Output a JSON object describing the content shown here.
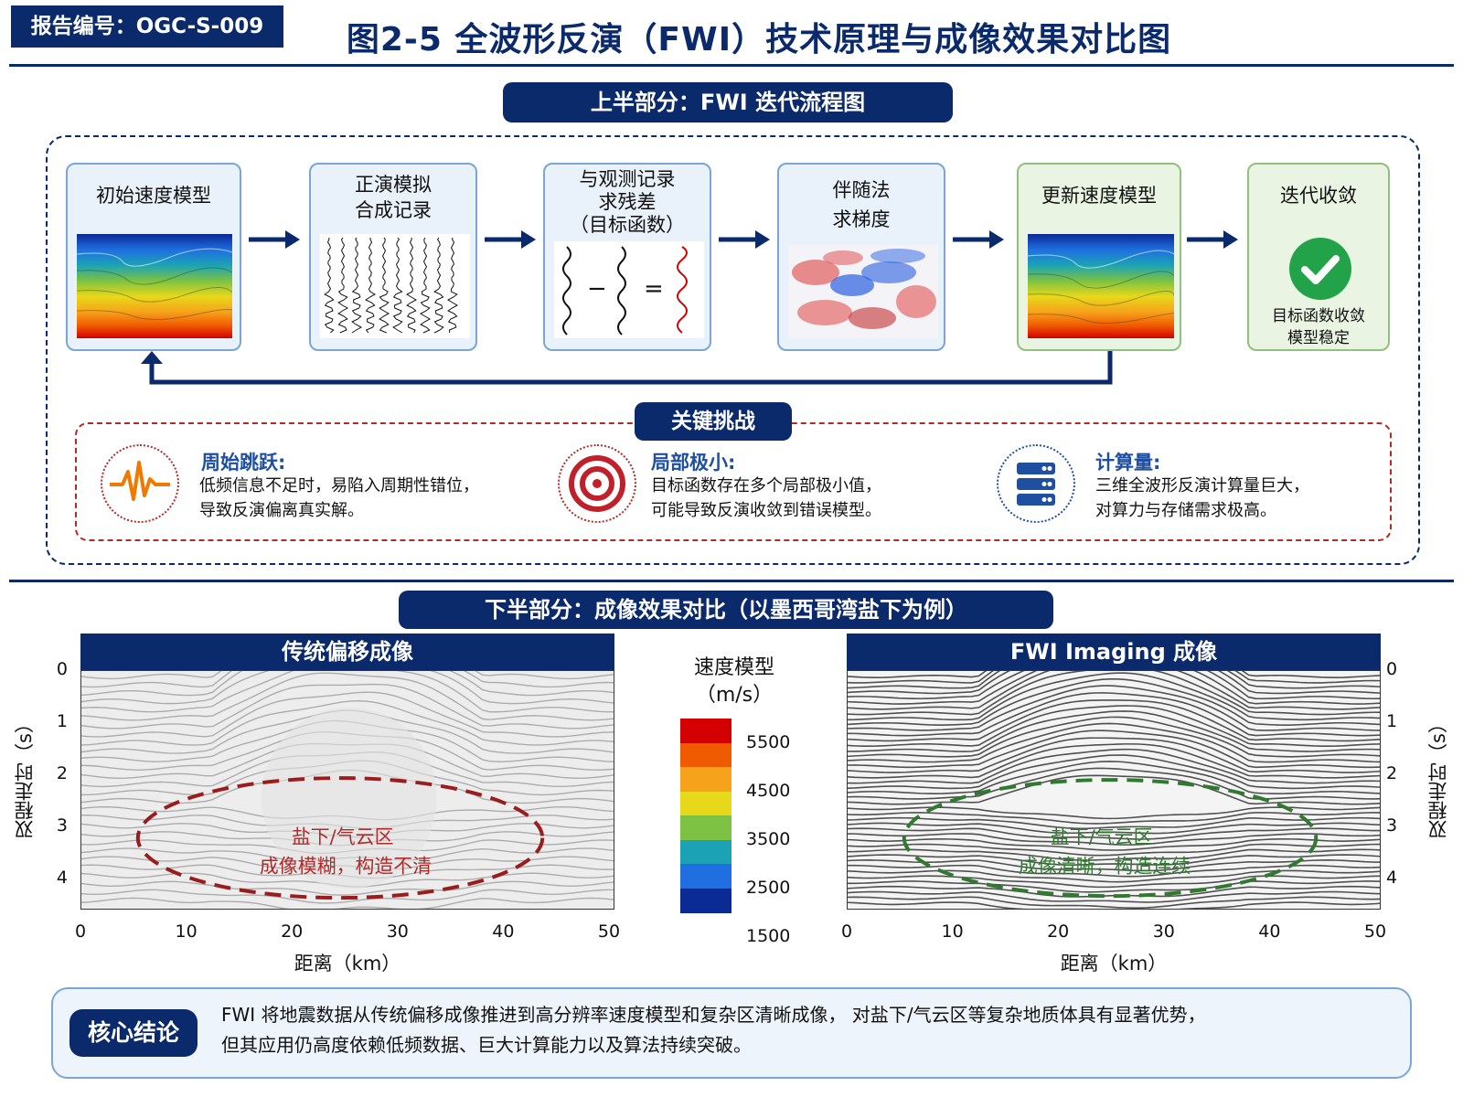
{
  "header": {
    "report_id": "报告编号：OGC-S-009",
    "title": "图2-5  全波形反演（FWI）技术原理与成像效果对比图"
  },
  "top_section": {
    "title": "上半部分：FWI 迭代流程图",
    "steps": [
      {
        "label": "初始速度模型"
      },
      {
        "label": "正演模拟\n合成记录"
      },
      {
        "label": "与观测记录\n求残差\n（目标函数）"
      },
      {
        "label": "伴随法\n求梯度"
      },
      {
        "label": "更新速度模型"
      },
      {
        "label": "迭代收敛",
        "note": "目标函数收敛\n模型稳定"
      }
    ],
    "residual_ops": {
      "minus": "−",
      "equals": "="
    }
  },
  "challenges": {
    "title": "关键挑战",
    "items": [
      {
        "title": "周始跳跃:",
        "text": "低频信息不足时，易陷入周期性错位，\n导致反演偏离真实解。",
        "icon": "waveform-icon"
      },
      {
        "title": "局部极小:",
        "text": "目标函数存在多个局部极小值，\n可能导致反演收敛到错误模型。",
        "icon": "target-icon"
      },
      {
        "title": "计算量:",
        "text": "三维全波形反演计算量巨大，\n对算力与存储需求极高。",
        "icon": "server-icon"
      }
    ]
  },
  "bottom_section": {
    "title": "下半部分：成像效果对比（以墨西哥湾盐下为例）",
    "left_panel": {
      "title": "传统偏移成像",
      "annotation": "盐下/气云区\n成像模糊，构造不清",
      "y_title": "双程走时（s）",
      "x_title": "距离（km）"
    },
    "right_panel": {
      "title": "FWI Imaging 成像",
      "annotation": "盐下/气云区\n成像清晰，构造连续",
      "y_title": "双程走时（s）",
      "x_title": "距离（km）"
    },
    "x_ticks": [
      "0",
      "10",
      "20",
      "30",
      "40",
      "50"
    ],
    "y_ticks": [
      "0",
      "1",
      "2",
      "3",
      "4"
    ],
    "legend": {
      "title": "速度模型\n（m/s）",
      "ticks": [
        "5500",
        "4500",
        "3500",
        "2500",
        "1500"
      ],
      "colors": [
        "#d40000",
        "#f05a00",
        "#f7a21b",
        "#e8d81a",
        "#7dc242",
        "#1ba3b5",
        "#1f6fe0",
        "#0a2a96"
      ]
    }
  },
  "conclusion": {
    "label": "核心结论",
    "text": "FWI 将地震数据从传统偏移成像推进到高分辨率速度模型和复杂区清晰成像， 对盐下/气云区等复杂地质体具有显著优势，\n但其应用仍高度依赖低频数据、巨大计算能力以及算法持续突破。"
  },
  "colors": {
    "navy": "#0b2a6b",
    "red": "#b02a2a",
    "green": "#2f7a2f",
    "blue": "#1f4fa0",
    "check": "#22a34a"
  }
}
